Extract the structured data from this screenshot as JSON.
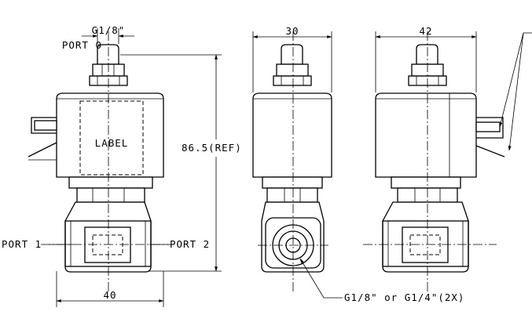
{
  "labels": {
    "port0_thread": "G1/8\"",
    "port0_name": "PORT 0",
    "port1": "PORT 1",
    "port2": "PORT 2",
    "label_box": "LABEL",
    "height_dim": "86.5(REF)",
    "width_front": "40",
    "width_side": "30",
    "width_rear": "42",
    "port_thread_note": "G1/8\" or G1/4\"(2X)"
  },
  "colors": {
    "line": "#000000",
    "background": "#ffffff"
  }
}
